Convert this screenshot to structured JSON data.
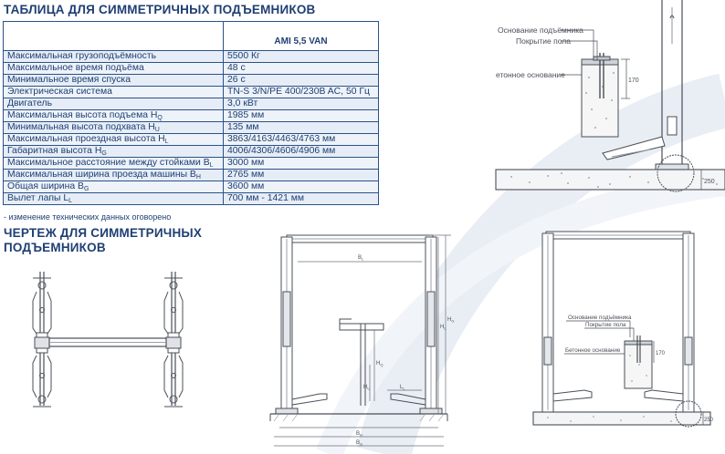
{
  "headings": {
    "table": "ТАБЛИЦА ДЛЯ СИММЕТРИЧНЫХ ПОДЪЕМНИКОВ",
    "drawing_line1": "ЧЕРТЕЖ ДЛЯ СИММЕТРИЧНЫХ",
    "drawing_line2": "ПОДЪЕМНИКОВ"
  },
  "table": {
    "model_header": "AMI 5,5 VAN",
    "rows": [
      {
        "label": "Максимальная грузоподъёмность",
        "sub": "",
        "value": "5500 Кг"
      },
      {
        "label": "Максимальное время подъёма",
        "sub": "",
        "value": "48 с"
      },
      {
        "label": "Минимальное время спуска",
        "sub": "",
        "value": "26 с"
      },
      {
        "label": "Электрическая система",
        "sub": "",
        "value": "TN-S 3/N/PE 400/230B AC, 50 Гц"
      },
      {
        "label": "Двигатель",
        "sub": "",
        "value": "3,0 кВт"
      },
      {
        "label": "Максимальная высота подъема H",
        "sub": "Q",
        "value": "1985 мм"
      },
      {
        "label": "Минимальная высота подхвата H",
        "sub": "U",
        "value": "135 мм"
      },
      {
        "label": "Максимальная проездная высота H",
        "sub": "L",
        "value": "3863/4163/4463/4763 мм"
      },
      {
        "label": "Габаритная высота H",
        "sub": "G",
        "value": "4006/4306/4606/4906 мм"
      },
      {
        "label": "Максимальное расстояние между стойками B",
        "sub": "L",
        "value": "3000 мм"
      },
      {
        "label": "Максимальная ширина проезда машины B",
        "sub": "H",
        "value": "2765 мм"
      },
      {
        "label": "Общая ширина B",
        "sub": "G",
        "value": "3600 мм"
      },
      {
        "label": "Вылет лапы L",
        "sub": "L",
        "value": "700 мм - 1421 мм"
      }
    ],
    "footnote": "- изменение технических данных оговорено"
  },
  "detail_top": {
    "label_base": "Основание подъёмника",
    "label_floor": "Покрытие пола",
    "label_concrete": "етонное основание",
    "dim_170": "170",
    "dim_250": "250"
  },
  "detail_bottom": {
    "label_base": "Основание подъёмника",
    "label_floor": "Покрытие пола",
    "label_concrete": "Бетонное основание",
    "dim_170": "170",
    "dim_250": "250"
  },
  "front_view": {
    "dim_bl": "B",
    "dim_bl_sub": "L",
    "dim_bh": "B",
    "dim_bh_sub": "H",
    "dim_bg": "B",
    "dim_bg_sub": "G",
    "dim_hl": "H",
    "dim_hl_sub": "L",
    "dim_hg": "H",
    "dim_hg_sub": "G",
    "dim_hq": "H",
    "dim_hq_sub": "Q",
    "dim_hu": "H",
    "dim_hu_sub": "U",
    "dim_ll": "L",
    "dim_ll_sub": "L"
  },
  "colors": {
    "heading": "#1f3f73",
    "table_border": "#2c5288",
    "row_fill": "#e6edf6",
    "drawing": "#4a4f57"
  }
}
